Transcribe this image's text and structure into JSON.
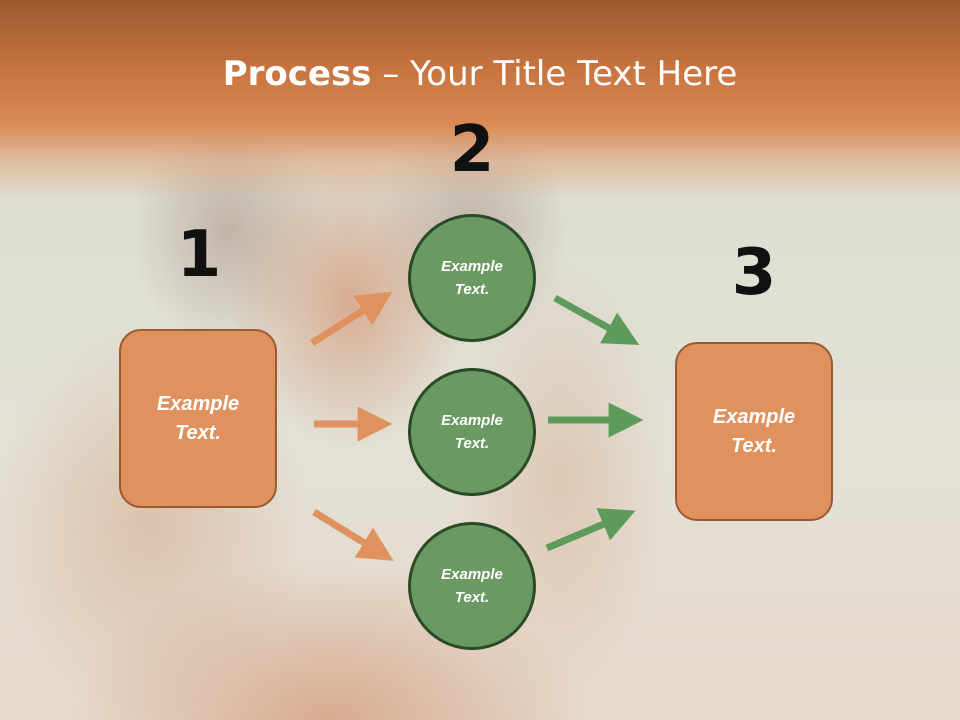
{
  "slide": {
    "title_bold": "Process",
    "title_rest": " – Your Title Text Here",
    "colors": {
      "header": "#d08045",
      "box_fill": "#e0925e",
      "box_border": "#9a5a32",
      "circle_fill": "#6a9a62",
      "circle_border": "#2b4a27",
      "arrow_orange": "#e0925e",
      "arrow_green": "#5e9a5a"
    }
  },
  "steps": {
    "one": {
      "number": "1",
      "text": "Example\nText."
    },
    "two": {
      "number": "2",
      "items": [
        {
          "text": "Example\nText."
        },
        {
          "text": "Example\nText."
        },
        {
          "text": "Example\nText."
        }
      ]
    },
    "three": {
      "number": "3",
      "text": "Example\nText."
    }
  }
}
